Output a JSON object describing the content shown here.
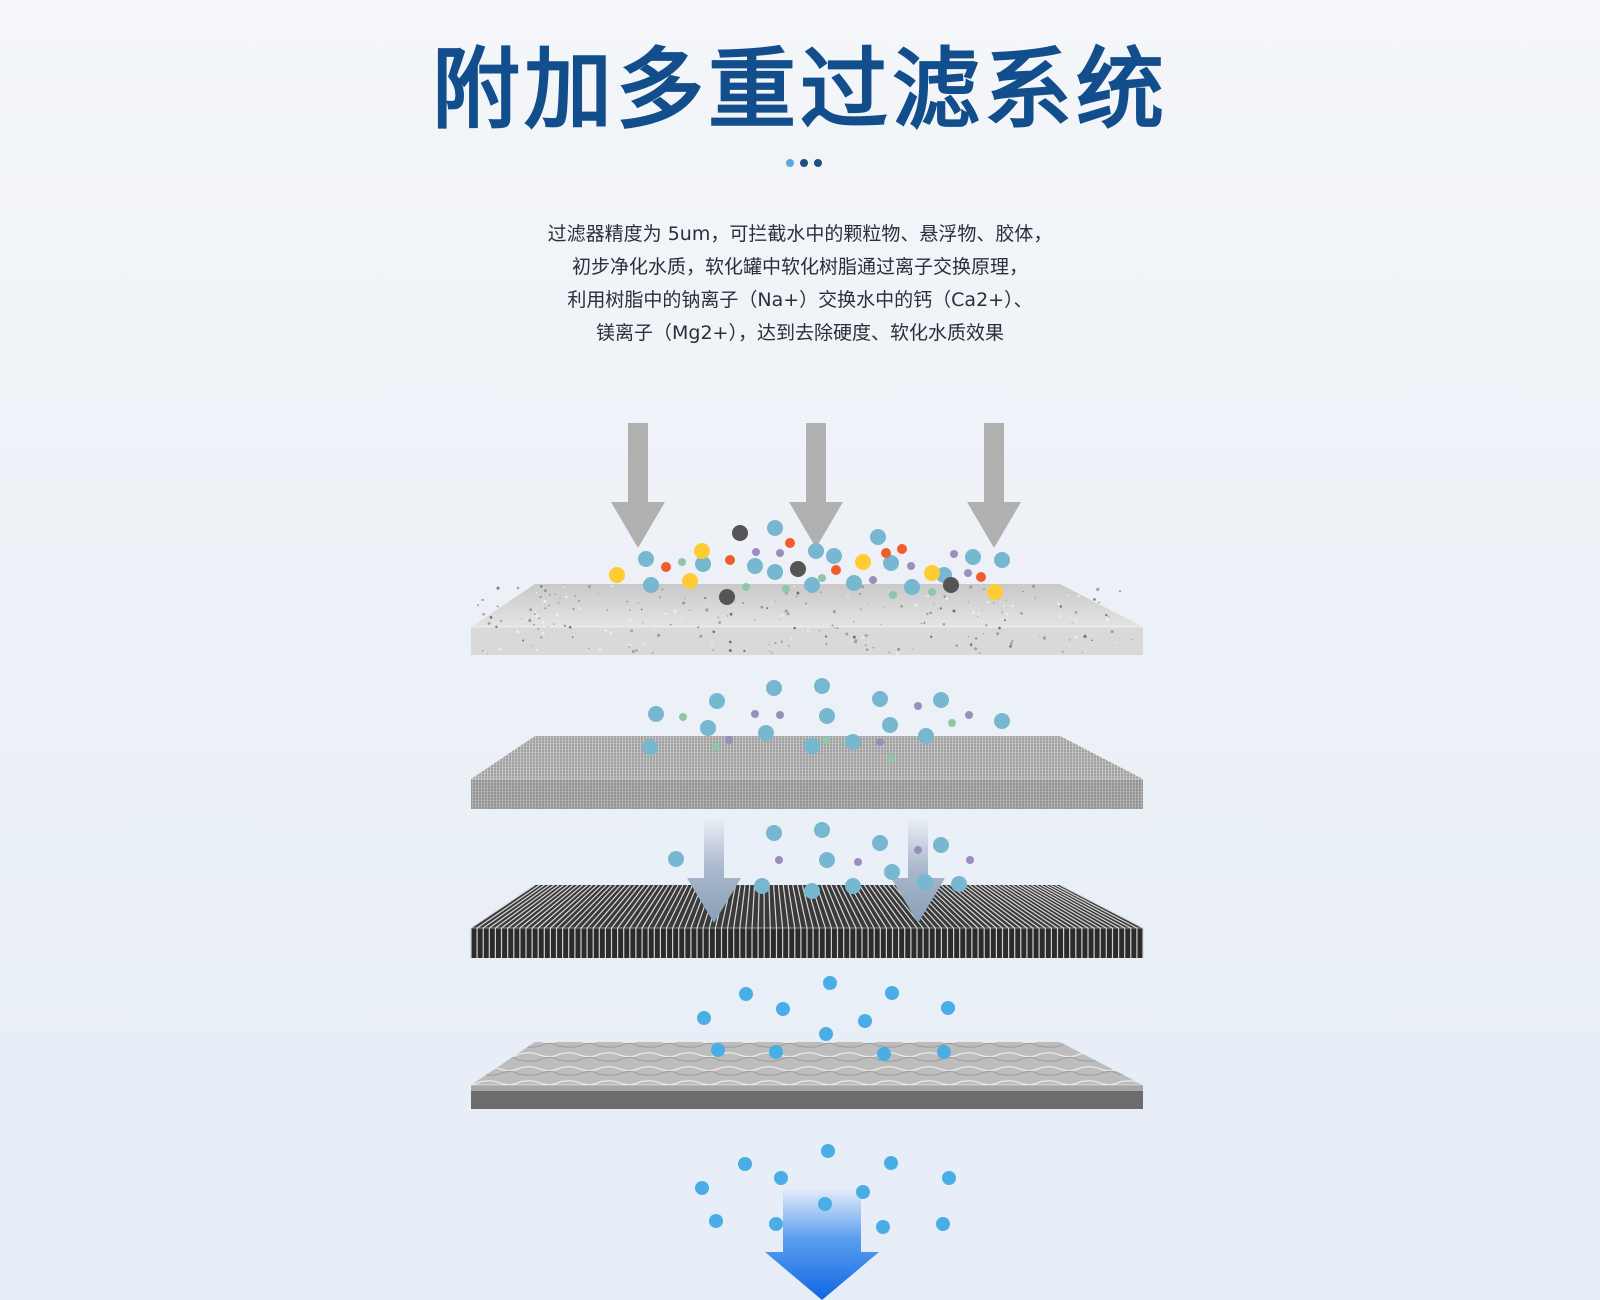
{
  "title": "附加多重过滤系统",
  "description_lines": [
    "过滤器精度为 5um，可拦截水中的颗粒物、悬浮物、胶体，",
    "初步净化水质，软化罐中软化树脂通过离子交换原理，",
    "利用树脂中的钠离子（Na+）交换水中的钙（Ca2+）、",
    "镁离子（Mg2+），达到去除硬度、软化水质效果"
  ],
  "colors": {
    "title": "#134e8c",
    "dot_light": "#5ba7e0",
    "dot_dark": "#1b4f86",
    "arrow_gray": "#b0b0b0",
    "arrow_blue": "#1a6fe0",
    "particle_blue": "#77b7cf",
    "particle_clean": "#4aaee6",
    "particle_yellow": "#ffcc33",
    "particle_orange": "#f25c2c",
    "particle_dark": "#555555",
    "particle_purple": "#9b8ebd",
    "particle_green": "#8ec7a8"
  },
  "illustration": {
    "layers": [
      {
        "name": "sediment-filter-layer",
        "texture": "speckled-gray"
      },
      {
        "name": "mesh-filter-layer",
        "texture": "woven-gray"
      },
      {
        "name": "carbon-filter-layer",
        "texture": "black-ridged"
      },
      {
        "name": "resin-filter-layer",
        "texture": "marbled-gray"
      }
    ],
    "arrows": [
      {
        "name": "inflow-arrow",
        "color": "gray"
      },
      {
        "name": "transfer-arrow",
        "color": "gray-blue"
      },
      {
        "name": "outflow-arrow",
        "color": "blue"
      }
    ]
  }
}
